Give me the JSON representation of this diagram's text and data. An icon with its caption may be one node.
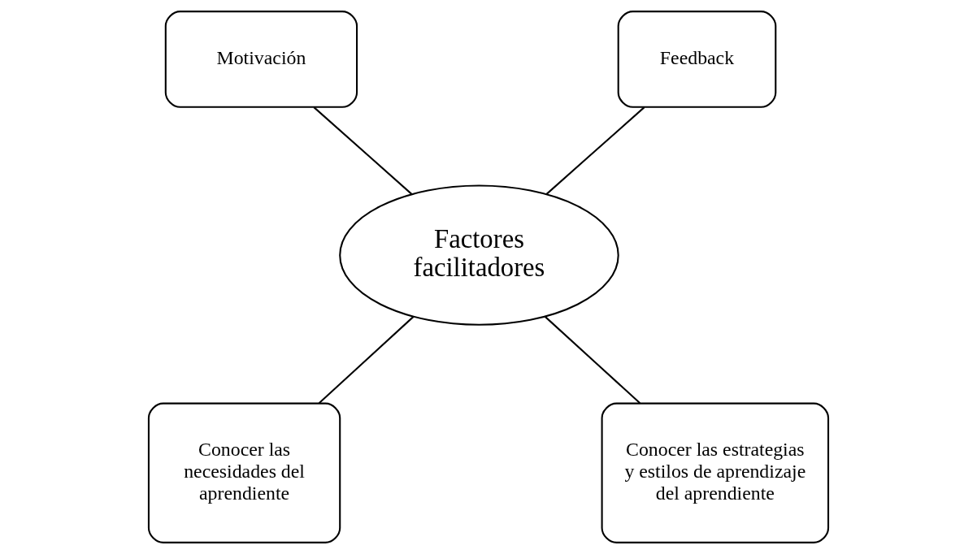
{
  "diagram": {
    "nodes": [
      {
        "text": [
          "Motivación"
        ]
      },
      {
        "text": [
          "Feedback"
        ]
      },
      {
        "text": [
          "Factores facilitadores"
        ]
      },
      {
        "text": [
          "Conocer las necesidades del aprendiente"
        ]
      },
      {
        "text": [
          "Conocer las estrategias y estilos de aprendizaje del aprendiente"
        ]
      }
    ],
    "edges": [
      {
        "from": 0,
        "to": 2,
        "arrow": "none"
      },
      {
        "from": 1,
        "to": 2,
        "arrow": "none"
      },
      {
        "from": 2,
        "to": 3,
        "arrow": "none"
      },
      {
        "from": 2,
        "to": 4,
        "arrow": "none"
      }
    ]
  }
}
